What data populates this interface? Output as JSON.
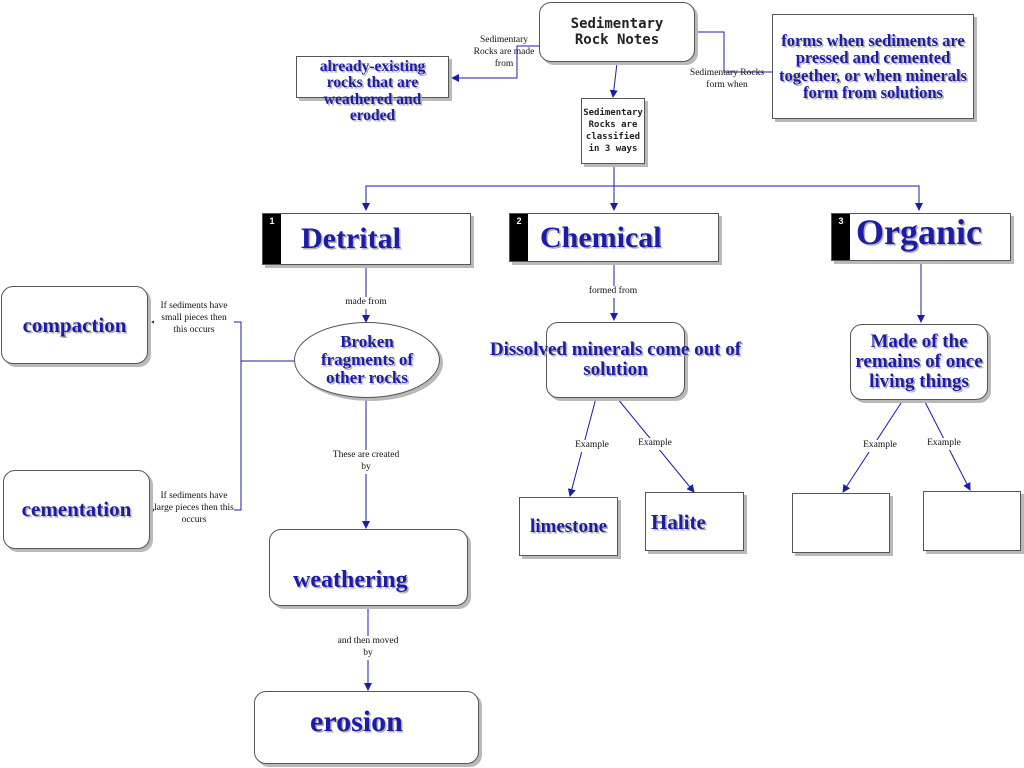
{
  "title": "Sedimentary Rock Notes",
  "made_from_label": "Sedimentary Rocks are made from",
  "made_from_text": "already-existing rocks that are weathered and eroded",
  "form_when_label": "Sedimentary Rocks form when",
  "form_when_text": "forms when sediments are pressed and cemented together, or when minerals form from solutions",
  "classified_text": "Sedimentary Rocks are classified in 3 ways",
  "categories": [
    {
      "number": "1",
      "name": "Detrital"
    },
    {
      "number": "2",
      "name": "Chemical"
    },
    {
      "number": "3",
      "name": "Organic"
    }
  ],
  "detrital": {
    "link_label": "made from",
    "description": "Broken fragments of other rocks",
    "small_label": "If sediments have small pieces then this occurs",
    "large_label": "If sediments have large pieces then this occurs",
    "compaction": "compaction",
    "cementation": "cementation",
    "created_label": "These are created by",
    "weathering": "weathering",
    "moved_label": "and then moved by",
    "erosion": "erosion"
  },
  "chemical": {
    "link_label": "formed from",
    "description": "Dissolved minerals come out of solution",
    "example_label": "Example",
    "example1": "limestone",
    "example2": "Halite"
  },
  "organic": {
    "description": "Made of the remains of once living things",
    "example_label": "Example",
    "example1": "",
    "example2": ""
  },
  "colors": {
    "text": "#1c1ca8",
    "connector": "#1c1ca8"
  }
}
